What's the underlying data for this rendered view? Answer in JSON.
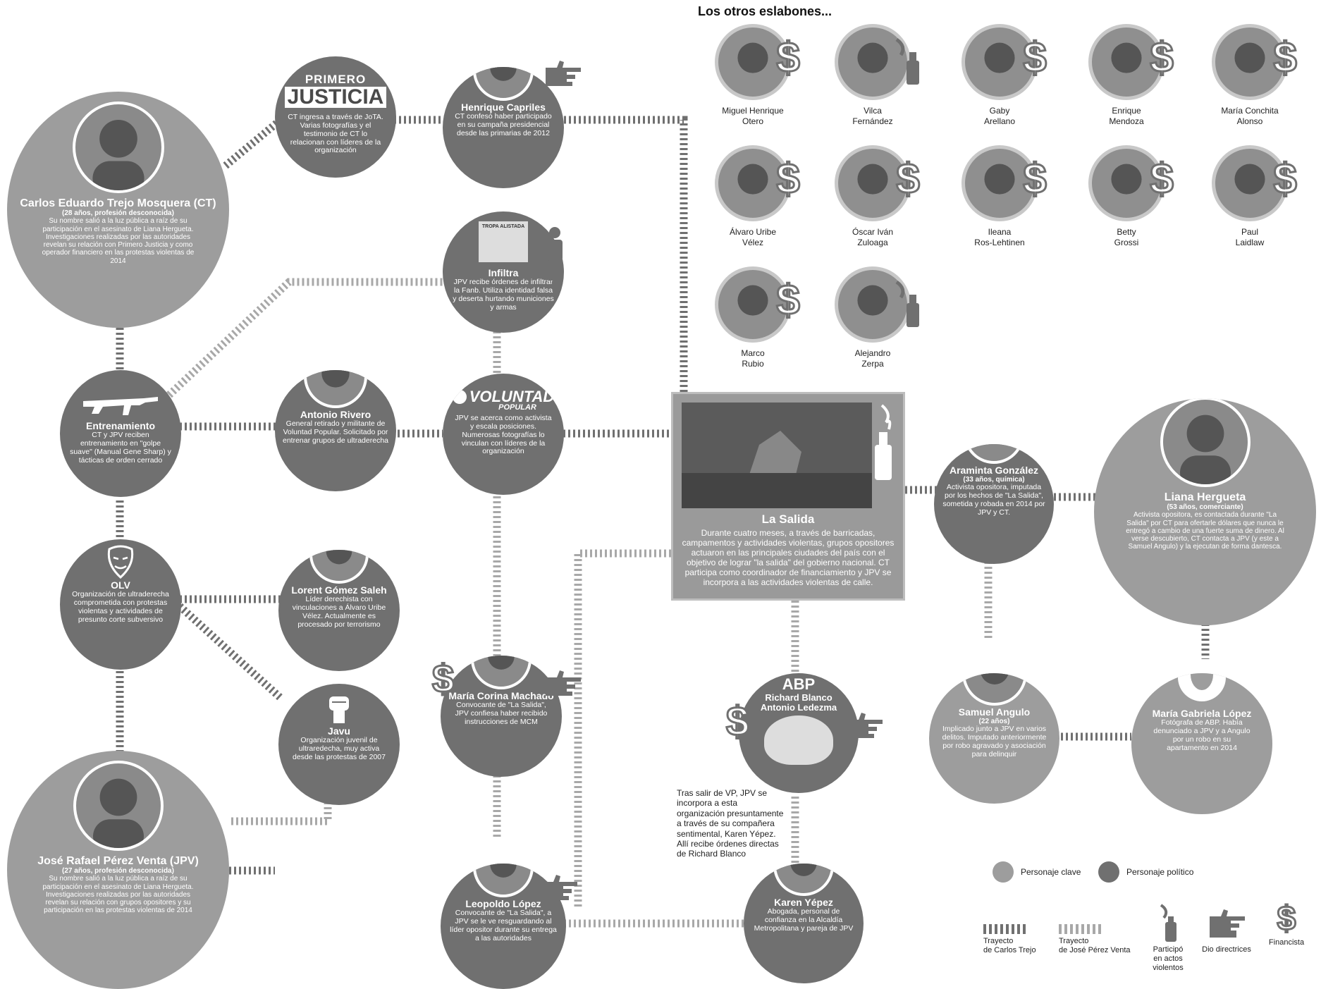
{
  "header": {
    "others_title": "Los otros eslabones..."
  },
  "nodes": {
    "ct": {
      "name": "Carlos Eduardo Trejo Mosquera (CT)",
      "sub": "(28 años, profesión desconocida)",
      "desc": "Su nombre salió a la luz pública a raíz de su participación en el asesinato de Liana Hergueta. Investigaciones realizadas por las autoridades revelan su relación con Primero Justicia y como operador financiero en las protestas violentas de 2014"
    },
    "pj": {
      "logo_a": "PRIMERO",
      "logo_b": "JUSTICIA",
      "desc": "CT ingresa a través de JoTA. Varias fotografías y el testimonio de CT lo relacionan con líderes de la organización"
    },
    "capriles": {
      "name": "Henrique Capriles",
      "desc": "CT confesó haber participado en su campaña presidencial desde las primarias de 2012"
    },
    "infiltra": {
      "name": "Infiltra",
      "desc": "JPV recibe órdenes de infiltrar la Fanb. Utiliza identidad falsa y deserta hurtando municiones y armas",
      "sign": "TROPA ALISTADA"
    },
    "entrenamiento": {
      "name": "Entrenamiento",
      "desc": "CT y JPV reciben entrenamiento en \"golpe suave\" (Manual Gene Sharp) y tácticas de orden cerrado"
    },
    "rivero": {
      "name": "Antonio Rivero",
      "desc": "General retirado y militante de Voluntad Popular. Solicitado por entrenar grupos de ultraderecha"
    },
    "vp": {
      "logo": "VOLUNTAD",
      "logo_sub": "POPULAR",
      "desc": "JPV se acerca como activista y escala posiciones. Numerosas fotografías lo vinculan con líderes de la organización"
    },
    "olv": {
      "name": "OLV",
      "desc": "Organización de ultraderecha comprometida con protestas violentas y actividades de presunto corte subversivo"
    },
    "lorent": {
      "name": "Lorent Gómez Saleh",
      "desc": "Líder derechista con vinculaciones a Álvaro Uribe Vélez. Actualmente es procesado por terrorismo"
    },
    "javu": {
      "name": "Javu",
      "desc": "Organización juvenil de ultraredecha, muy activa desde las protestas de 2007"
    },
    "jpv": {
      "name": "José Rafael Pérez Venta (JPV)",
      "sub": "(27 años, profesión desconocida)",
      "desc": "Su nombre salió a la luz pública a raíz de su participación en el asesinato de Liana Hergueta. Investigaciones realizadas por las autoridades revelan su relación con grupos opositores y su participación en las protestas violentas de 2014"
    },
    "mcm": {
      "name": "María Corina Machado",
      "desc": "Convocante de \"La Salida\", JPV confiesa haber recibido instrucciones de MCM"
    },
    "lopez": {
      "name": "Leopoldo López",
      "desc": "Convocante de \"La Salida\", a JPV se le ve resguardando al líder opositor durante su entrega a las autoridades"
    },
    "abp": {
      "logo": "ABP",
      "name": "Richard Blanco Antonio Ledezma"
    },
    "karen": {
      "name": "Karen Yépez",
      "desc": "Abogada, personal de confianza en la Alcaldía Metropolitana y pareja de JPV"
    },
    "araminta": {
      "name": "Araminta González",
      "sub": "(33 años, química)",
      "desc": "Activista opositora, imputada por los hechos de \"La Salida\", sometida y robada en 2014 por JPV y CT."
    },
    "liana": {
      "name": "Liana Hergueta",
      "sub": "(53 años, comerciante)",
      "desc": "Activista opositora, es contactada durante \"La Salida\" por CT para ofertarle dólares que nunca le entregó a cambio de una fuerte suma de dinero. Al verse descubierto, CT contacta a JPV (y este a Samuel Angulo) y la ejecutan de forma dantesca."
    },
    "samuel": {
      "name": "Samuel Angulo",
      "sub": "(22 años)",
      "desc": "Implicado junto a JPV en varios delitos. Imputado anteriormente por robo agravado y asociación para delinquir"
    },
    "gabriela": {
      "name": "María Gabriela López",
      "desc": "Fotógrafa de ABP. Había denunciado a JPV y a Angulo por un robo en su apartamento en 2014"
    }
  },
  "salida": {
    "title": "La Salida",
    "desc": "Durante cuatro meses, a través de barricadas, campamentos y actividades violentas, grupos opositores actuaron en las principales ciudades del país con el objetivo de lograr \"la salida\" del gobierno nacional. CT participa como coordinador de financiamiento y JPV se incorpora a las actividades violentas de calle."
  },
  "jpv_note": "Tras salir de VP, JPV se incorpora a esta organización presuntamente a través de su compañera sentimental, Karen Yépez. Allí recibe órdenes directas de Richard Blanco",
  "others": [
    {
      "name": "Miguel Henrique\nOtero",
      "icon": "dollar-icon"
    },
    {
      "name": "Vilca\nFernández",
      "icon": "molotov-icon"
    },
    {
      "name": "Gaby\nArellano",
      "icon": "dollar-icon"
    },
    {
      "name": "Enrique\nMendoza",
      "icon": "dollar-icon"
    },
    {
      "name": "María Conchita\nAlonso",
      "icon": "dollar-icon"
    },
    {
      "name": "Álvaro Uribe\nVélez",
      "icon": "dollar-pointing-icon"
    },
    {
      "name": "Óscar Iván\nZuloaga",
      "icon": "dollar-pointing-icon"
    },
    {
      "name": "Ileana\nRos-Lehtinen",
      "icon": "dollar-icon"
    },
    {
      "name": "Betty\nGrossi",
      "icon": "dollar-icon"
    },
    {
      "name": "Paul\nLaidlaw",
      "icon": "dollar-icon"
    },
    {
      "name": "Marco\nRubio",
      "icon": "dollar-icon"
    },
    {
      "name": "Alejandro\nZerpa",
      "icon": "molotov-icon"
    }
  ],
  "legend": {
    "key": "Personaje clave",
    "political": "Personaje político",
    "trejo": "Trayecto\nde Carlos Trejo",
    "perez": "Trayecto\nde José Pérez Venta",
    "violent": "Participó\nen actos\nviolentos",
    "directives": "Dio directrices",
    "financier": "Financista"
  },
  "colors": {
    "key_node": "#9d9d9d",
    "political_node": "#707070",
    "trejo_path": "#707070",
    "perez_path": "#a8a8a8"
  }
}
